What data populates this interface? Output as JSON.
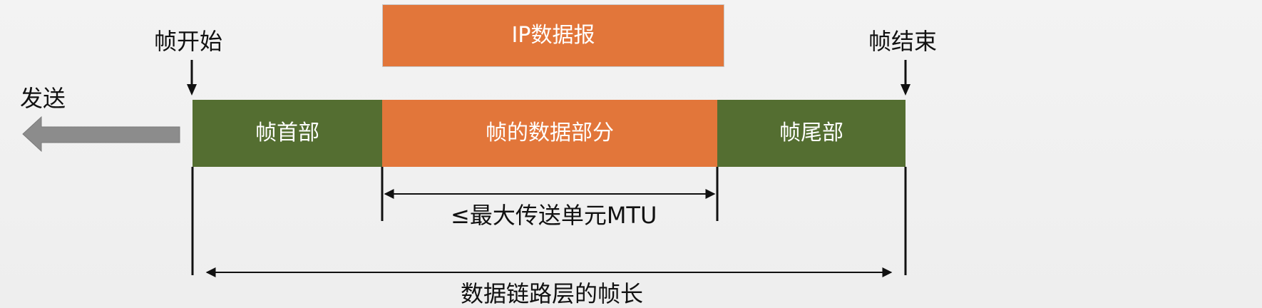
{
  "labels": {
    "ip_datagram": "IP数据报",
    "frame_start": "帧开始",
    "frame_end": "帧结束",
    "send": "发送",
    "frame_header": "帧首部",
    "frame_data": "帧的数据部分",
    "frame_trailer": "帧尾部",
    "mtu": "≤最大传送单元MTU",
    "frame_length": "数据链路层的帧长"
  },
  "colors": {
    "orange": "#e2763a",
    "green": "#546e31",
    "arrow_gray": "#8c8c8c"
  },
  "icons": {
    "send_arrow": "left-arrow-icon",
    "start_arrow": "down-arrow-icon",
    "end_arrow": "down-arrow-icon"
  }
}
